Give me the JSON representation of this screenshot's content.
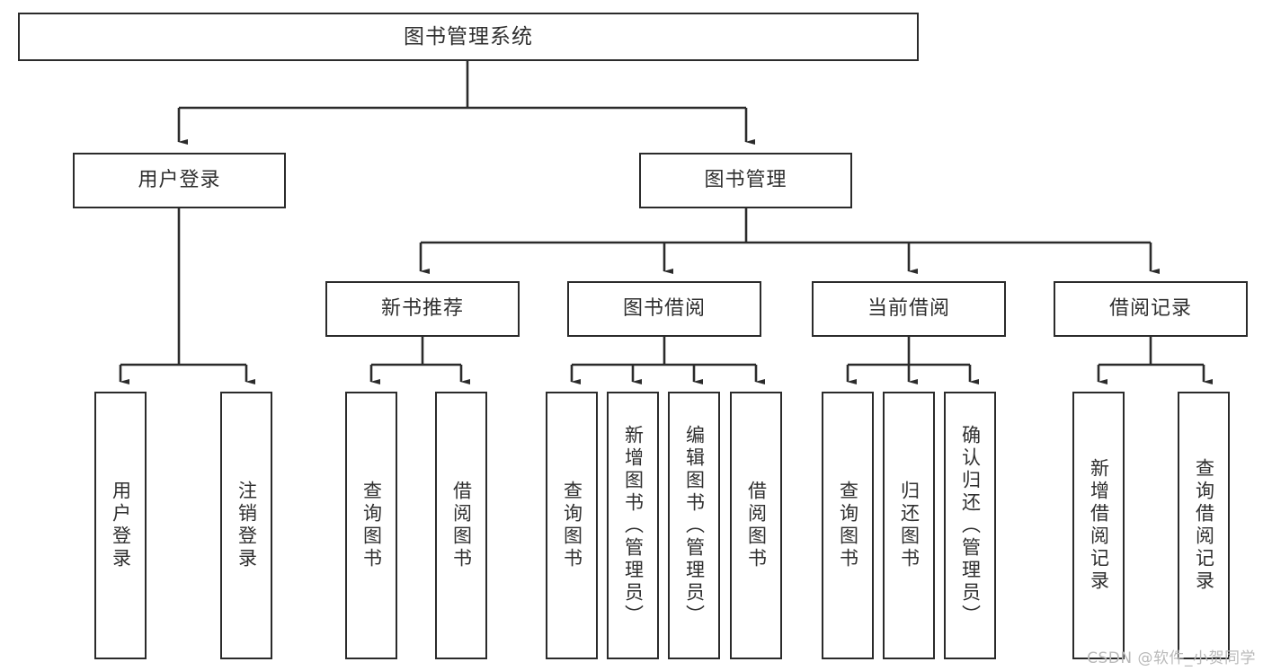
{
  "diagram": {
    "type": "tree",
    "title": "图书管理系统",
    "root": {
      "label": "图书管理系统"
    },
    "level1": [
      {
        "label": "用户登录"
      },
      {
        "label": "图书管理"
      }
    ],
    "level2": [
      {
        "label": "新书推荐"
      },
      {
        "label": "图书借阅"
      },
      {
        "label": "当前借阅"
      },
      {
        "label": "借阅记录"
      }
    ],
    "leaves": {
      "user_login": [
        {
          "label": "用户登录"
        },
        {
          "label": "注销登录"
        }
      ],
      "new_book_recommend": [
        {
          "label": "查询图书"
        },
        {
          "label": "借阅图书"
        }
      ],
      "book_borrow": [
        {
          "label": "查询图书"
        },
        {
          "label": "新增图书（管理员）"
        },
        {
          "label": "编辑图书（管理员）"
        },
        {
          "label": "借阅图书"
        }
      ],
      "current_borrow": [
        {
          "label": "查询图书"
        },
        {
          "label": "归还图书"
        },
        {
          "label": "确认归还（管理员）"
        }
      ],
      "borrow_record": [
        {
          "label": "新增借阅记录"
        },
        {
          "label": "查询借阅记录"
        }
      ]
    }
  },
  "watermark": {
    "text": "CSDN @软件_小贺同学"
  },
  "colors": {
    "border": "#2b2b2b",
    "text": "#2f2f2f",
    "background": "#ffffff",
    "watermark": "#b9b9b9"
  }
}
